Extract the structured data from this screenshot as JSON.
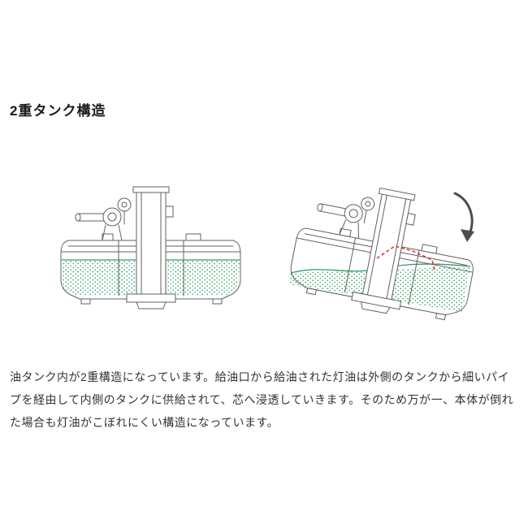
{
  "page": {
    "title": "2重タンク構造",
    "body": "油タンク内が2重構造になっています。給油口から給油された灯油は外側のタンクから細いパイプを経由して内側のタンクに供給されて、芯へ浸透していきます。そのため万が一、本体が倒れた場合も灯油がこぼれにくい構造になっています。"
  },
  "figure": {
    "left_diagram": "upright-heater-cross-section",
    "right_diagram": "tilted-heater-cross-section",
    "annotations": [
      "fuel-area-green-stipple",
      "inner-pipe-red-dashed",
      "tilt-arrow"
    ]
  },
  "theme": {
    "colors": {
      "background": "#ffffff",
      "text": "#333333",
      "title": "#1a1a1a",
      "line": "#606060",
      "fuel": "#2f9e63",
      "pipe": "#d93a2b",
      "arrow": "#4d4d4d"
    }
  }
}
